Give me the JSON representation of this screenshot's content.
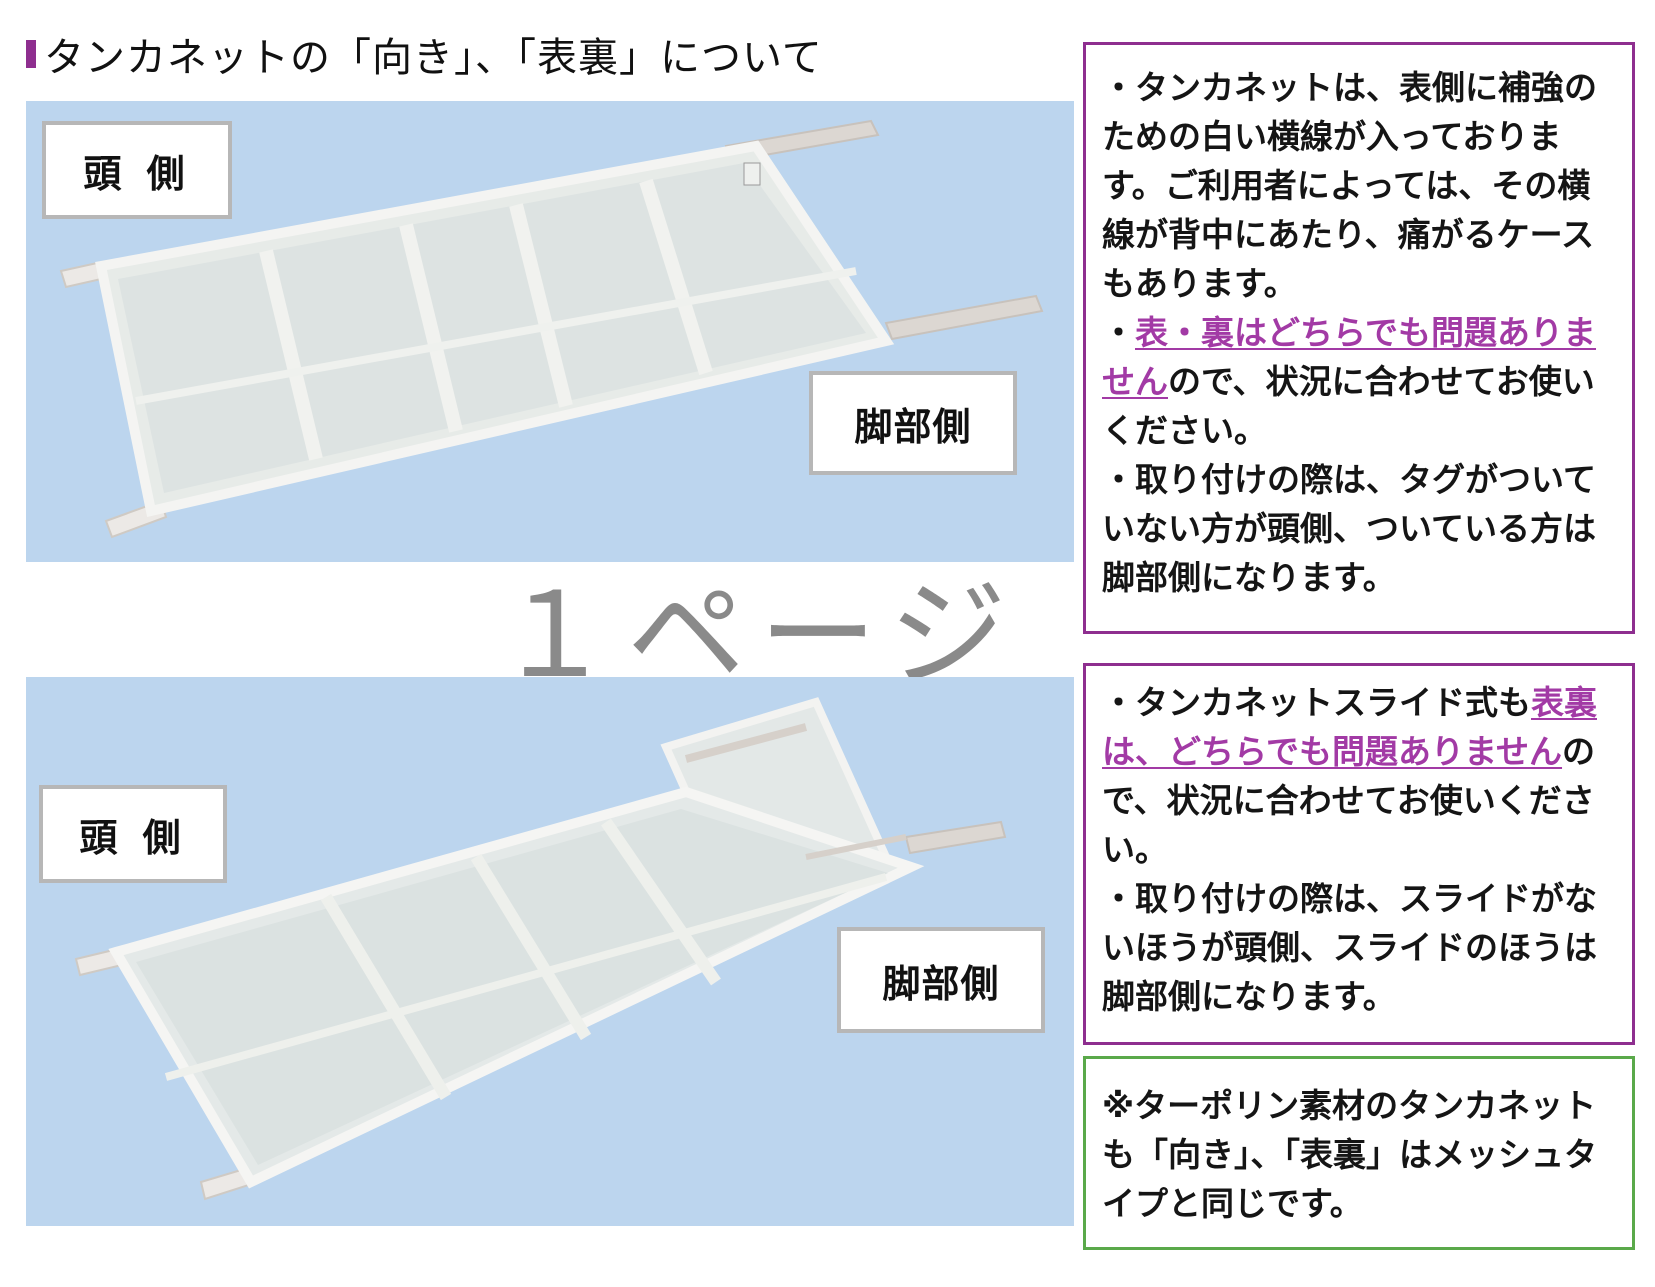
{
  "page": {
    "title": "タンカネットの「向き」、「表裏」について",
    "accent_color": "#8e2e8f",
    "highlight_color": "#a23aa5",
    "green_border_color": "#5aa94a",
    "photo_background_color": "#bcd5ee",
    "watermark": "１ページ"
  },
  "panel_top": {
    "image_icon": "stretcher-net-image",
    "head_label": "頭 側",
    "foot_label": "脚部側"
  },
  "panel_bottom": {
    "image_icon": "slide-stretcher-net-image",
    "head_label": "頭 側",
    "foot_label": "脚部側"
  },
  "note1": {
    "p1": "・タンカネットは、表側に補強のための白い横線が入っております。ご利用者によっては、その横線が背中にあたり、痛がるケースもあります。",
    "p2_prefix": "・",
    "p2_highlight": "表・裏はどちらでも問題ありません",
    "p2_suffix": "ので、状況に合わせてお使いください。",
    "p3": "・取り付けの際は、タグがついていない方が頭側、ついている方は脚部側になります。"
  },
  "note2": {
    "p1_prefix": "・タンカネットスライド式も",
    "p1_highlight": "表裏は、どちらでも問題ありません",
    "p1_suffix": "ので、状況に合わせてお使いください。",
    "p2": "・取り付けの際は、スライドがないほうが頭側、スライドのほうは脚部側になります。"
  },
  "note3": {
    "text": "※ターポリン素材のタンカネットも「向き」、「表裏」はメッシュタイプと同じです。"
  }
}
